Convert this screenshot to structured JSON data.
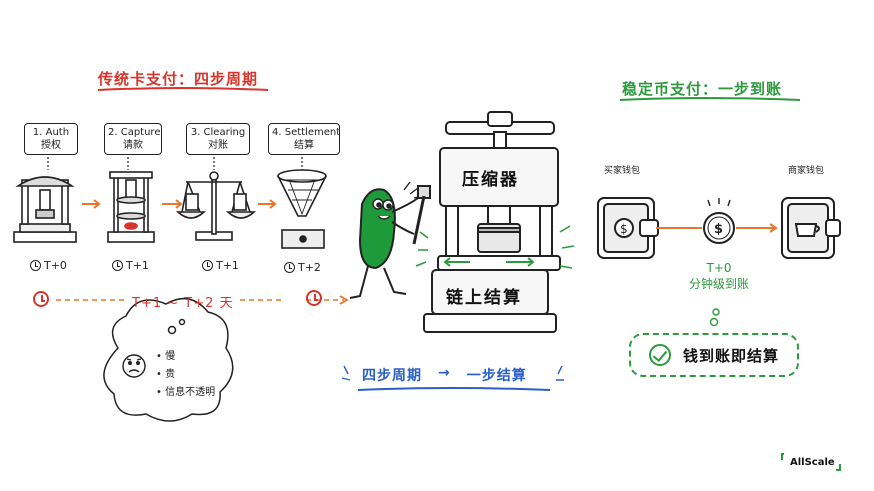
{
  "traditional": {
    "title": "传统卡支付：四步周期",
    "steps": [
      {
        "label_en": "1. Auth",
        "label_zh": "授权",
        "time": "T+0"
      },
      {
        "label_en": "2. Capture",
        "label_zh": "请款",
        "time": "T+1"
      },
      {
        "label_en": "3. Clearing",
        "label_zh": "对账",
        "time": "T+1"
      },
      {
        "label_en": "4. Settlement",
        "label_zh": "结算",
        "time": "T+2"
      }
    ],
    "duration": "T+1 ~ T+2 天",
    "pain_points": [
      "慢",
      "贵",
      "信息不透明"
    ]
  },
  "press": {
    "top_label": "压缩器",
    "bottom_label": "链上结算"
  },
  "caption": {
    "left": "四步周期",
    "arrow": "→",
    "right": "一步结算"
  },
  "stablecoin": {
    "title": "稳定币支付：一步到账",
    "buyer_label": "买家钱包",
    "seller_label": "商家钱包",
    "coin_symbol": "$",
    "time": "T+0",
    "speed": "分钟级到账",
    "result": "钱到账即结算"
  },
  "brand": "AllScale",
  "colors": {
    "red": "#d9342b",
    "orange": "#e8762b",
    "green": "#2c9a3c",
    "blue": "#2a5fc9"
  }
}
